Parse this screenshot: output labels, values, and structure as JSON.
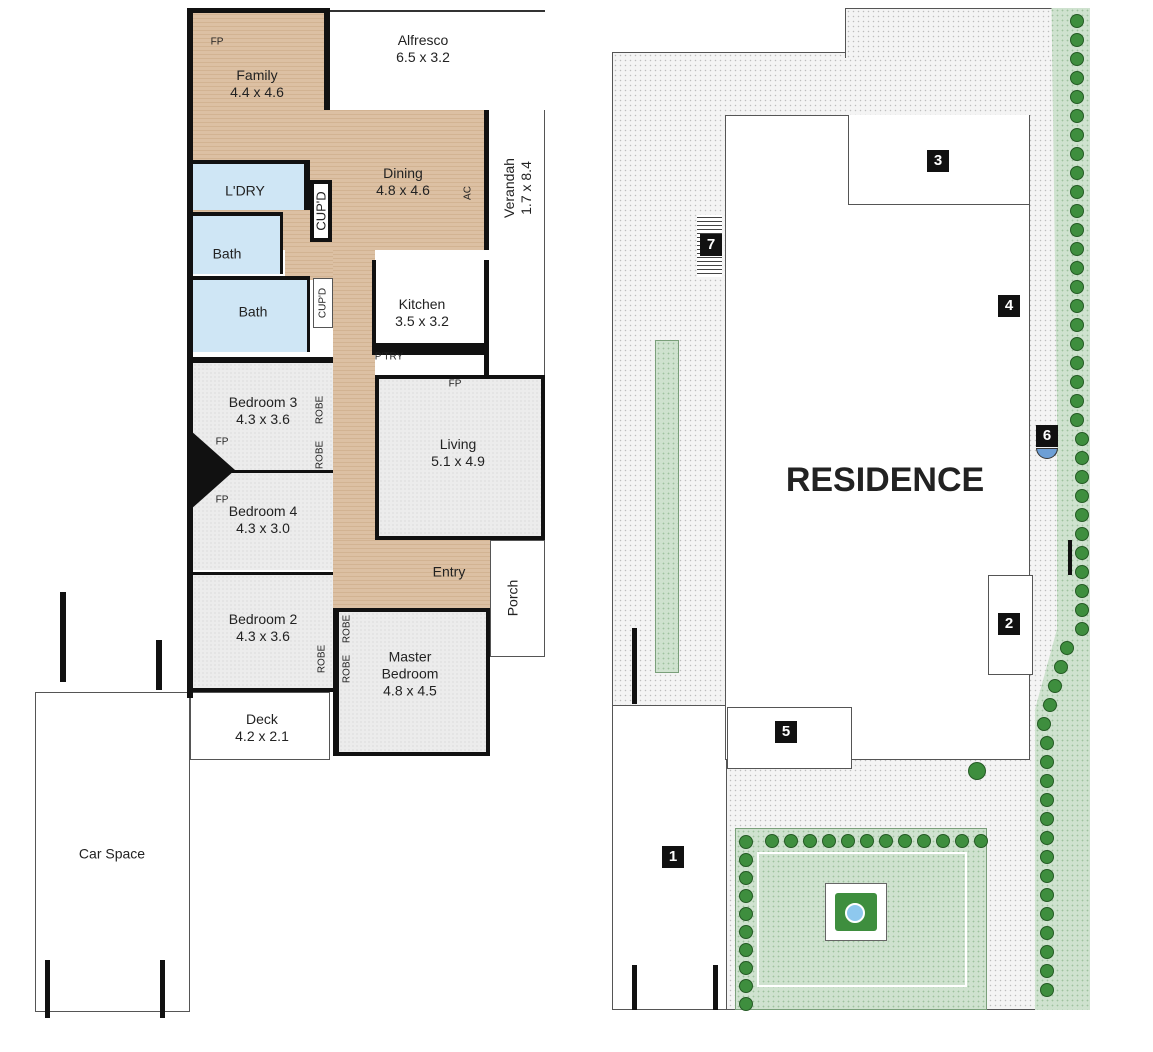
{
  "floor_plan": {
    "rooms": [
      {
        "name": "Family",
        "dims": "4.4 x 4.6"
      },
      {
        "name": "Alfresco",
        "dims": "6.5 x 3.2"
      },
      {
        "name": "Dining",
        "dims": "4.8 x 4.6"
      },
      {
        "name": "Verandah",
        "dims": "1.7 x 8.4"
      },
      {
        "name": "L'DRY",
        "dims": ""
      },
      {
        "name": "Bath",
        "dims": ""
      },
      {
        "name": "Bath",
        "dims": ""
      },
      {
        "name": "Kitchen",
        "dims": "3.5 x 3.2"
      },
      {
        "name": "Bedroom 3",
        "dims": "4.3 x 3.6"
      },
      {
        "name": "Living",
        "dims": "5.1 x 4.9"
      },
      {
        "name": "Bedroom 4",
        "dims": "4.3 x 3.0"
      },
      {
        "name": "Entry",
        "dims": ""
      },
      {
        "name": "Porch",
        "dims": ""
      },
      {
        "name": "Bedroom 2",
        "dims": "4.3 x 3.6"
      },
      {
        "name": "Master Bedroom",
        "dims": "4.8 x 4.5"
      },
      {
        "name": "Deck",
        "dims": "4.2 x 2.1"
      },
      {
        "name": "Car Space",
        "dims": ""
      }
    ],
    "fixtures": {
      "fp": "FP",
      "cupd": "CUP'D",
      "ac": "AC",
      "ptry": "P'TRY",
      "robe": "ROBE"
    }
  },
  "site_plan": {
    "title": "RESIDENCE",
    "markers": [
      "1",
      "2",
      "3",
      "4",
      "5",
      "6",
      "7"
    ]
  },
  "colors": {
    "timber": "#d2b392",
    "wet_area": "#cfe6f5",
    "carpet": "#ececec",
    "garden": "#cfe2cf",
    "hedge": "#3e8e3e"
  }
}
